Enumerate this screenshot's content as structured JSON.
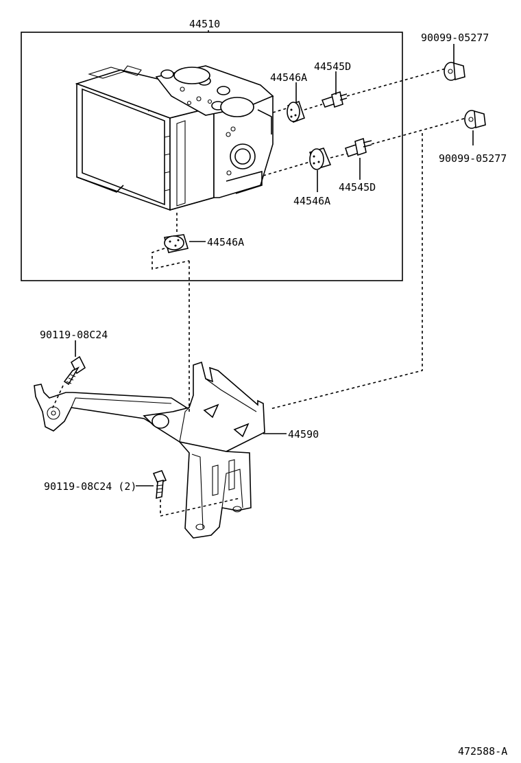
{
  "colors": {
    "ink": "#000000",
    "background": "#ffffff"
  },
  "labels": {
    "assembly": "44510",
    "grommet_a1": "44546A",
    "grommet_a2": "44546A",
    "grommet_a3": "44546A",
    "stud_d1": "44545D",
    "stud_d2": "44545D",
    "nut_1": "90099-05277",
    "nut_2": "90099-05277",
    "bolt_1": "90119-08C24",
    "bolt_2": "90119-08C24 (2)",
    "bracket": "44590"
  },
  "footer": {
    "diagram_id": "472588-A"
  }
}
